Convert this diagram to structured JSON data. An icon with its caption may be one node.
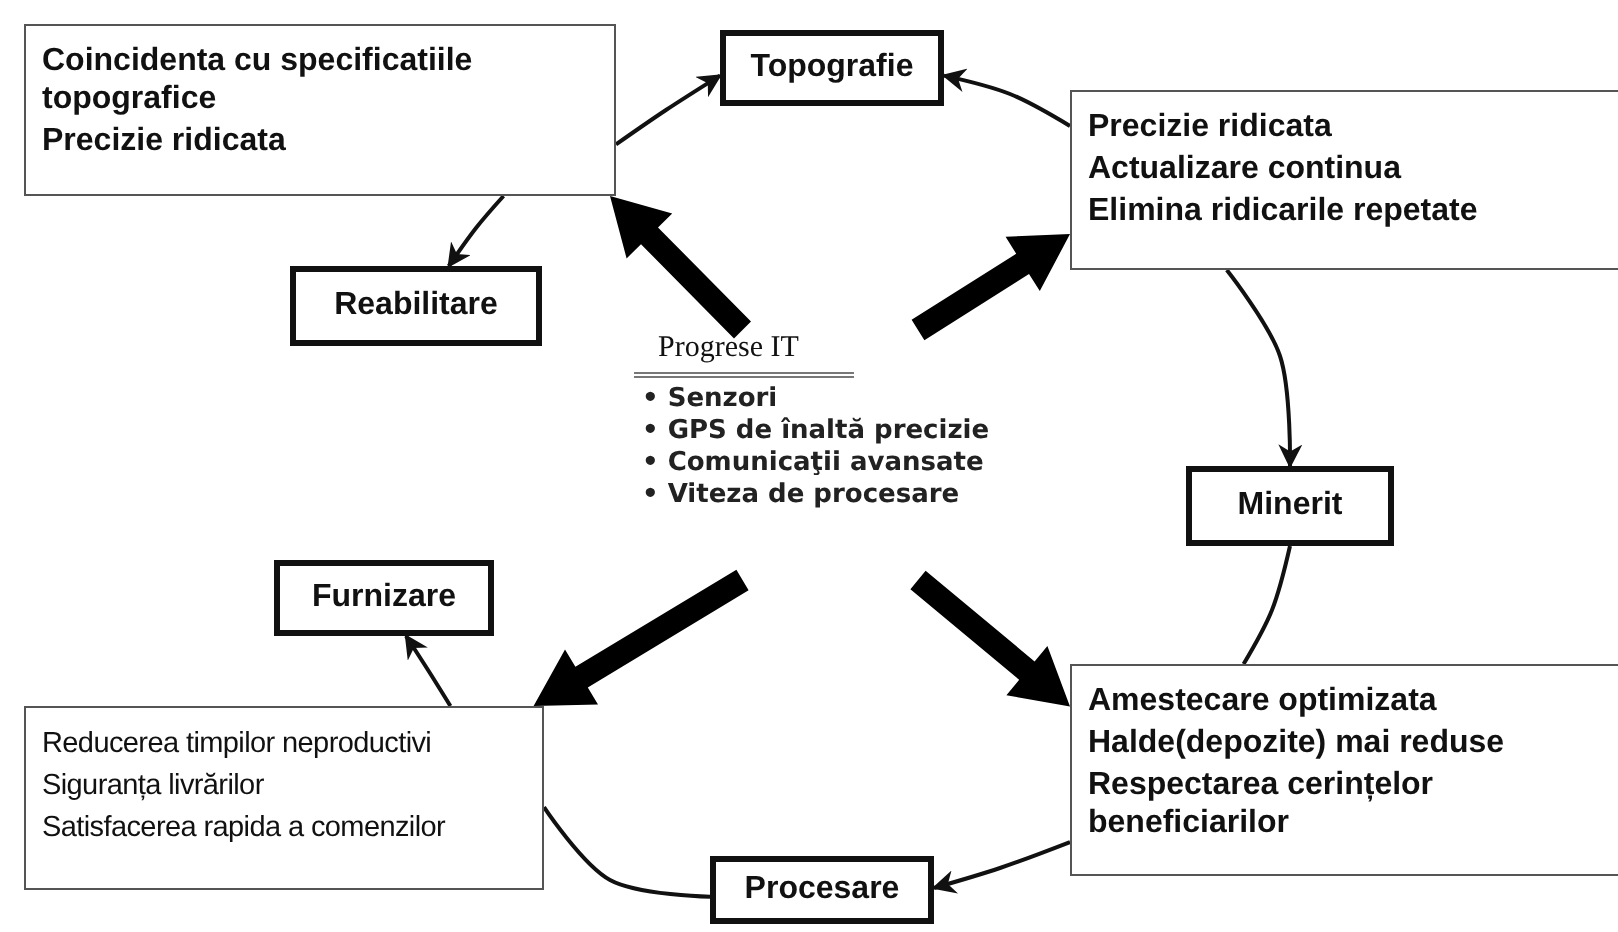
{
  "diagram": {
    "nodes": [
      {
        "text": [
          "Coincidenta cu specificatiile topografice",
          "Precizie ridicata"
        ]
      },
      {
        "text": [
          "Topografie"
        ]
      },
      {
        "text": [
          "Precizie ridicata",
          "Actualizare continua",
          "Elimina ridicarile repetate"
        ]
      },
      {
        "text": [
          "Reabilitare"
        ]
      },
      {
        "text": [
          "Progrese IT",
          "• Senzori",
          "• GPS de înaltă precizie",
          "• Comunicaţii avansate",
          "• Viteza de procesare"
        ]
      },
      {
        "text": [
          "Minerit"
        ]
      },
      {
        "text": [
          "Furnizare"
        ]
      },
      {
        "text": [
          "Reducerea timpilor neproductivi",
          "Siguranța livrărilor",
          "Satisfacerea rapida a comenzilor"
        ]
      },
      {
        "text": [
          "Amestecare optimizata",
          "Halde(depozite) mai reduse",
          "Respectarea cerințelor beneficiarilor"
        ]
      },
      {
        "text": [
          "Procesare"
        ]
      }
    ],
    "edges": [
      {
        "from": 0,
        "to": 1,
        "arrow": "to"
      },
      {
        "from": 2,
        "to": 1,
        "arrow": "to"
      },
      {
        "from": 0,
        "to": 3,
        "arrow": "to"
      },
      {
        "from": 2,
        "to": 5,
        "arrow": "to"
      },
      {
        "from": 5,
        "to": 8,
        "arrow": "none"
      },
      {
        "from": 8,
        "to": 9,
        "arrow": "to"
      },
      {
        "from": 9,
        "to": 7,
        "arrow": "none"
      },
      {
        "from": 7,
        "to": 6,
        "arrow": "to"
      },
      {
        "from": 4,
        "to": 0,
        "arrow": "to",
        "style": "thick"
      },
      {
        "from": 4,
        "to": 2,
        "arrow": "to",
        "style": "thick"
      },
      {
        "from": 4,
        "to": 7,
        "arrow": "to",
        "style": "thick"
      },
      {
        "from": 4,
        "to": 8,
        "arrow": "to",
        "style": "thick"
      }
    ]
  }
}
